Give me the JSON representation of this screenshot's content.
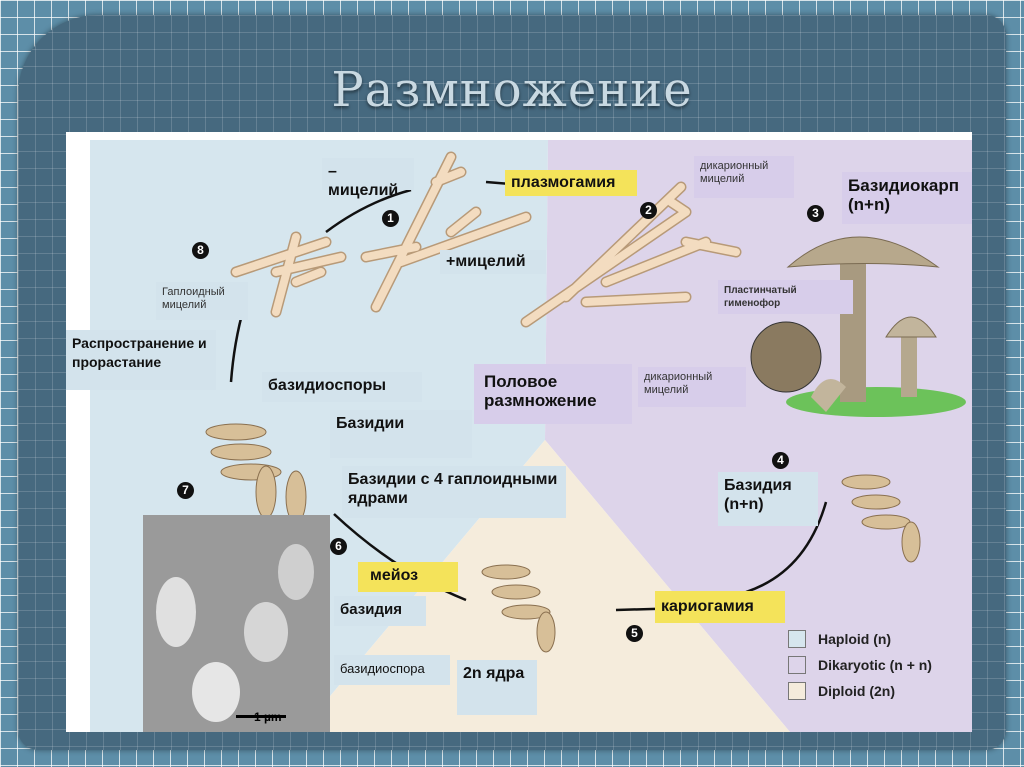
{
  "slide": {
    "title": "Размножение"
  },
  "labels": {
    "minus_mycelium": "– мицелий",
    "plus_mycelium": "+мицелий",
    "plasmogamy": "плазмогамия",
    "dikaryotic_mycelium_top": "дикарионный мицелий",
    "basidiocarp": "Базидиокарп (n+n)",
    "haploid_mycelium": "Гаплоидный мицелий",
    "lamellar_hymenophore": "Пластинчатый гименофор",
    "dispersal": "Распространение и прорастание",
    "basidiospores": "базидиоспоры",
    "sexual_reproduction": "Половое размножение",
    "dikaryotic_mycelium_mid": "дикарионный мицелий",
    "basidia": "Базидии",
    "basidia_4_nuclei": "Базидии с 4 гаплоидными ядрами",
    "basidium_nn": "Базидия (n+n)",
    "meiosis": "мейоз",
    "karyogamy": "кариогамия",
    "basidium": "базидия",
    "basidiospore": "базидиоспора",
    "nuclei_2n": "2n ядра",
    "scale_bar": "1 µm"
  },
  "steps": [
    "1",
    "2",
    "3",
    "4",
    "5",
    "6",
    "7",
    "8"
  ],
  "legend": [
    {
      "label": "Haploid (n)",
      "color": "#d6e6ee"
    },
    {
      "label": "Dikaryotic (n + n)",
      "color": "#ddd4ea"
    },
    {
      "label": "Diploid (2n)",
      "color": "#f5ecdc"
    }
  ],
  "colors": {
    "haploid_bg": "#d6e6ee",
    "dikaryotic_bg": "#ddd4ea",
    "diploid_bg": "#f5ecdc",
    "highlight": "#f4e35a",
    "hyphae": "#f3dcc0"
  }
}
